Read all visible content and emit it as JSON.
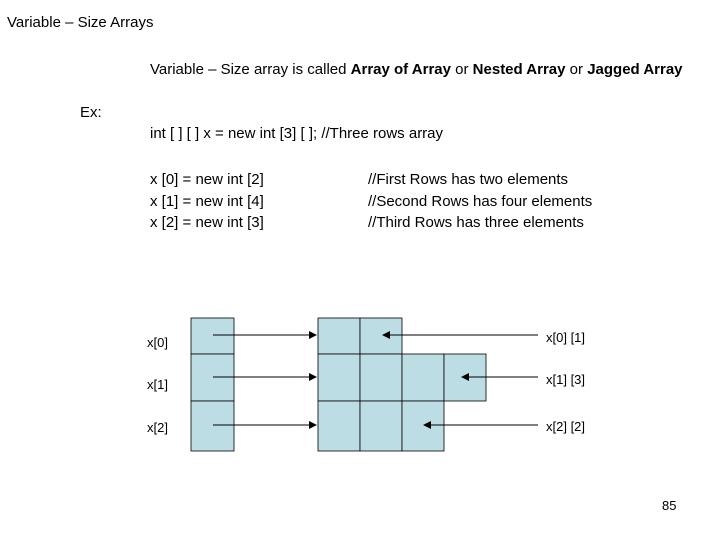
{
  "title": "Variable – Size Arrays",
  "intro": {
    "prefix": "Variable – Size array is called ",
    "term1": "Array of Array",
    "or1": " or ",
    "term2": "Nested Array",
    "or2": " or ",
    "term3": "Jagged Array"
  },
  "example_label": "Ex:",
  "declaration": "int [ ] [ ] x = new int [3] [ ]; //Three rows array",
  "code_lines": [
    "x [0] = new int [2]",
    "x [1] = new int [4]",
    "x [2] = new int [3]"
  ],
  "comments": [
    "//First Rows has two elements",
    "//Second Rows has four elements",
    "//Third Rows has three elements"
  ],
  "diagram": {
    "row_labels": [
      "x[0]",
      "x[1]",
      "x[2]"
    ],
    "element_labels": [
      "x[0] [1]",
      "x[1] [3]",
      "x[2] [2]"
    ],
    "row_lengths": [
      2,
      4,
      3
    ]
  },
  "page_number": "85",
  "colors": {
    "cell_fill": "#bcdde3",
    "border": "#000000"
  }
}
